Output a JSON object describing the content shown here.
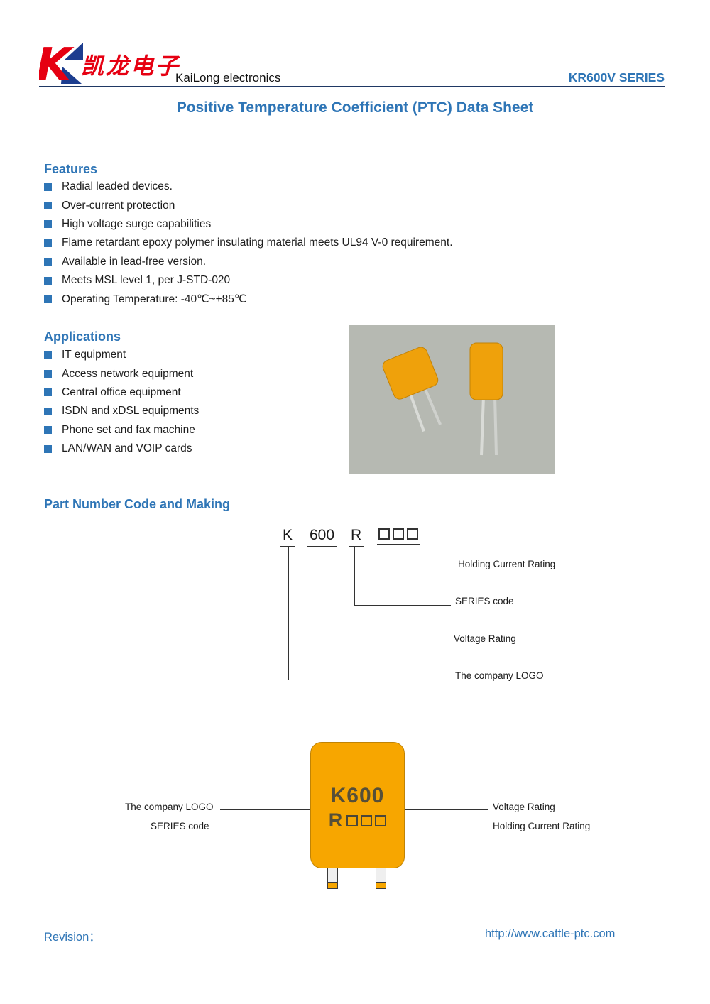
{
  "header": {
    "company_cn": "凯龙电子",
    "company_en": "KaiLong electronics",
    "series": "KR600V SERIES"
  },
  "title": "Positive Temperature Coefficient (PTC) Data Sheet",
  "features": {
    "heading": "Features",
    "items": [
      "Radial leaded devices.",
      "Over-current protection",
      "High voltage surge capabilities",
      "Flame retardant epoxy polymer insulating material meets UL94 V-0 requirement.",
      "Available in lead-free version.",
      "Meets MSL level 1, per J-STD-020",
      "Operating Temperature: -40℃~+85℃"
    ]
  },
  "applications": {
    "heading": "Applications",
    "items": [
      "IT equipment",
      "Access network equipment",
      "Central office equipment",
      "ISDN and xDSL equipments",
      "Phone set and fax machine",
      "LAN/WAN and VOIP cards"
    ]
  },
  "part_number": {
    "heading": "Part Number Code and Making",
    "code": {
      "logo": "K",
      "voltage": "600",
      "series": "R"
    },
    "labels": {
      "holding": "Holding Current Rating",
      "series": "SERIES code",
      "voltage": "Voltage Rating",
      "logo": "The company LOGO"
    }
  },
  "component": {
    "marking_line1": "K600",
    "marking_line2_prefix": "R",
    "labels": {
      "logo": "The company LOGO",
      "series": "SERIES code",
      "voltage": "Voltage Rating",
      "holding": "Holding Current Rating"
    }
  },
  "footer": {
    "revision": "Revision：",
    "url": "http://www.cattle-ptc.com"
  },
  "colors": {
    "accent_blue": "#2E75B6",
    "logo_red": "#E60012",
    "logo_navy": "#1C3D8F",
    "device_orange": "#F7A600",
    "photo_background": "#b6b9b2"
  }
}
